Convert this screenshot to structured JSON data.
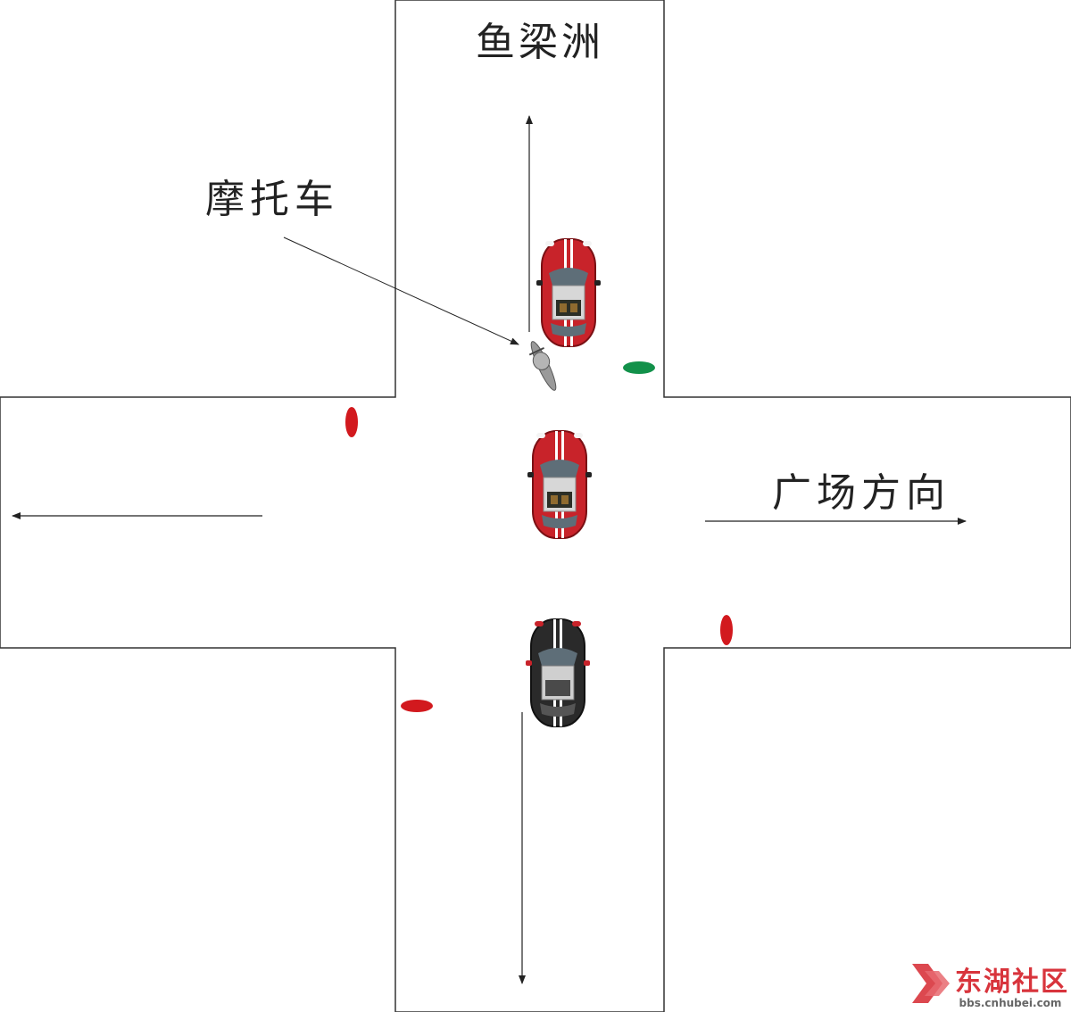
{
  "labels": {
    "north": "鱼梁洲",
    "motorcycle": "摩托车",
    "east": "广场方向"
  },
  "watermark": {
    "text": "东湖社区",
    "url": "bbs.cnhubei.com"
  },
  "colors": {
    "road_outline": "#333333",
    "red_car": "#c8232a",
    "black_car": "#2a2a2a",
    "red_marker": "#d2191e",
    "green_marker": "#12914a",
    "motorcycle": "#9a9a9a",
    "watermark": "#d8343c"
  },
  "icons": {
    "car": "car-topview-icon",
    "motorcycle": "motorcycle-topview-icon",
    "logo": "wing-logo-icon"
  }
}
